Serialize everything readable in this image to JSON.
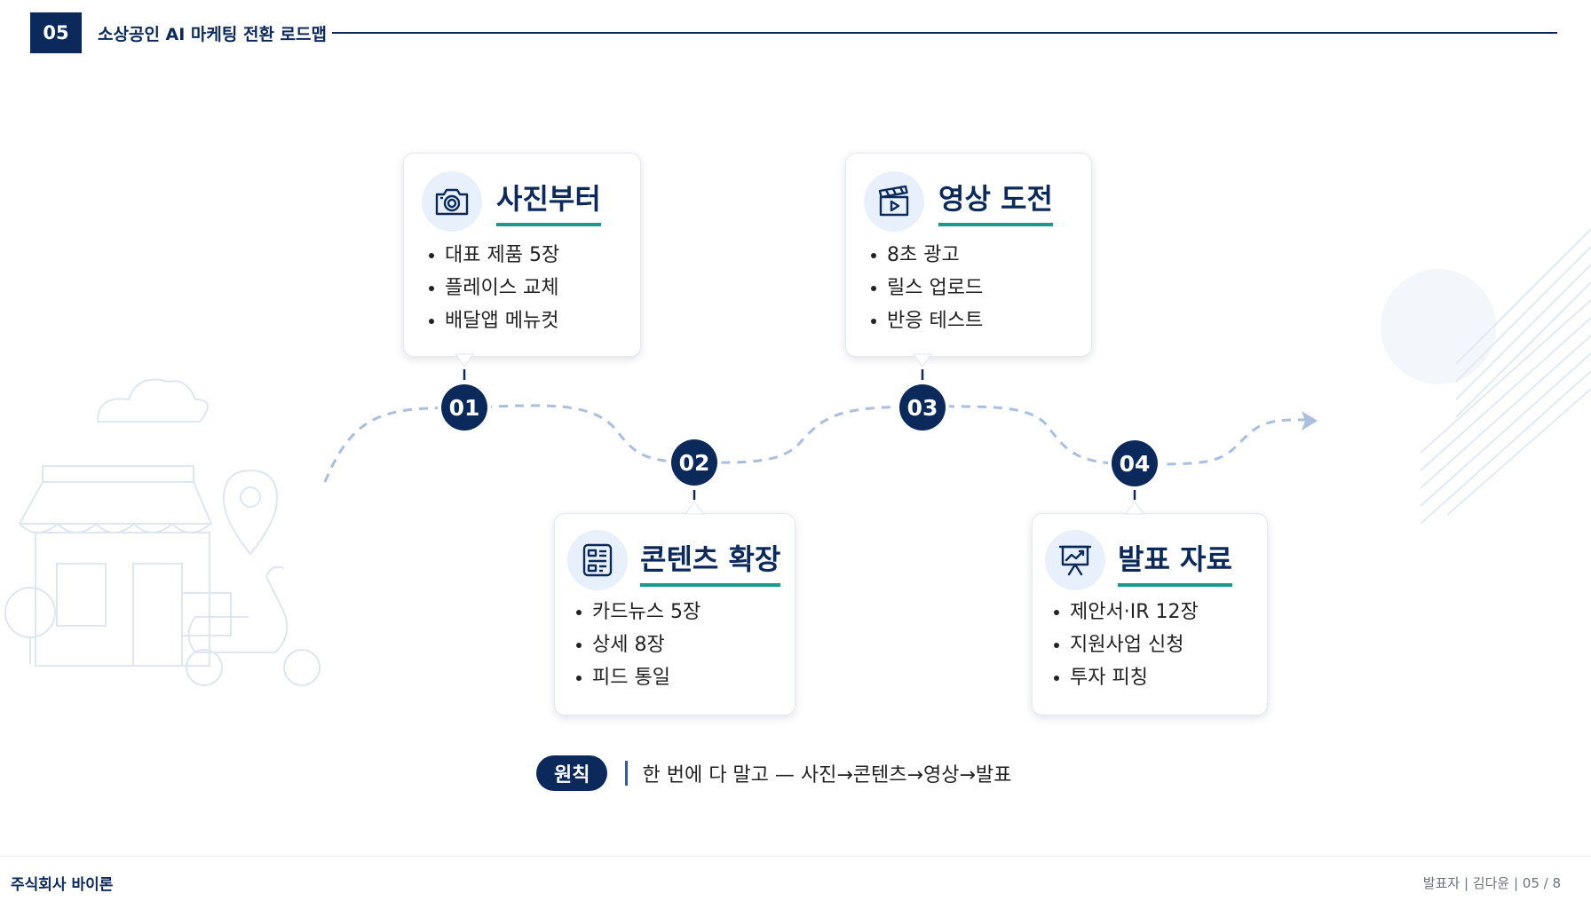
{
  "header": {
    "slide_number": "05",
    "title": "소상공인 AI 마케팅 전환 로드맵"
  },
  "steps": [
    {
      "number": "01",
      "title": "사진부터",
      "icon": "camera-icon",
      "items": [
        "대표 제품 5장",
        "플레이스 교체",
        "배달앱 메뉴컷"
      ]
    },
    {
      "number": "02",
      "title": "콘텐츠 확장",
      "icon": "content-layout-icon",
      "items": [
        "카드뉴스 5장",
        "상세 8장",
        "피드 통일"
      ]
    },
    {
      "number": "03",
      "title": "영상 도전",
      "icon": "clapperboard-icon",
      "items": [
        "8초 광고",
        "릴스 업로드",
        "반응 테스트"
      ]
    },
    {
      "number": "04",
      "title": "발표 자료",
      "icon": "presentation-board-icon",
      "items": [
        "제안서·IR 12장",
        "지원사업 신청",
        "투자 피칭"
      ]
    }
  ],
  "principle": {
    "badge": "원칙",
    "text": "한 번에 다 말고 — 사진→콘텐츠→영상→발표"
  },
  "footer": {
    "company": "주식회사 바이론",
    "meta": "발표자 | 김다윤 | 05 / 8"
  },
  "colors": {
    "navy": "#0b2a5b",
    "teal_underline": "#1a9990",
    "dashed_path": "#a9bfe0",
    "icon_circle": "#e8f0fb"
  }
}
